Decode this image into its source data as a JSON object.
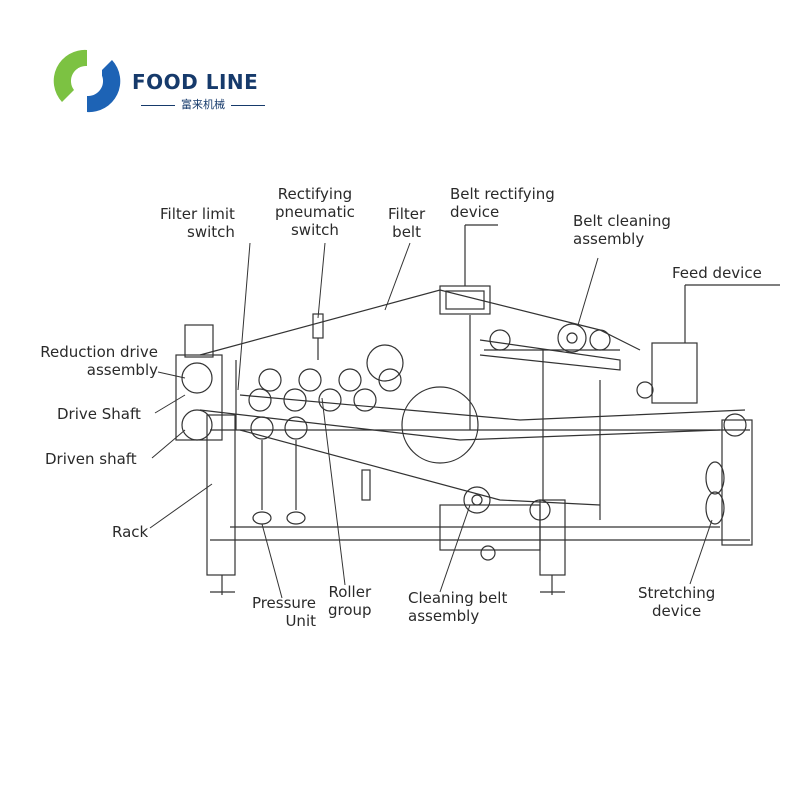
{
  "brand": {
    "name": "FOOD LINE",
    "subtitle": "富来机械",
    "colors": {
      "green": "#7cc242",
      "blue": "#1d63b5",
      "navy": "#163a6b"
    }
  },
  "labels": {
    "filter_limit_switch": [
      "Filter limit",
      "switch"
    ],
    "rectifying_pneumatic_switch": [
      "Rectifying",
      "pneumatic",
      "switch"
    ],
    "filter_belt": [
      "Filter",
      "belt"
    ],
    "belt_rectifying_device": [
      "Belt rectifying",
      "device"
    ],
    "belt_cleaning_assembly": [
      "Belt cleaning",
      "assembly"
    ],
    "feed_device": "Feed device",
    "reduction_drive_assembly": [
      "Reduction drive",
      "assembly"
    ],
    "drive_shaft": "Drive Shaft",
    "driven_shaft": "Driven shaft",
    "rack": "Rack",
    "pressure_unit": [
      "Pressure",
      "Unit"
    ],
    "roller_group": [
      "Roller",
      "group"
    ],
    "cleaning_belt_assembly": [
      "Cleaning belt",
      "assembly"
    ],
    "stretching_device": [
      "Stretching",
      "device"
    ]
  }
}
